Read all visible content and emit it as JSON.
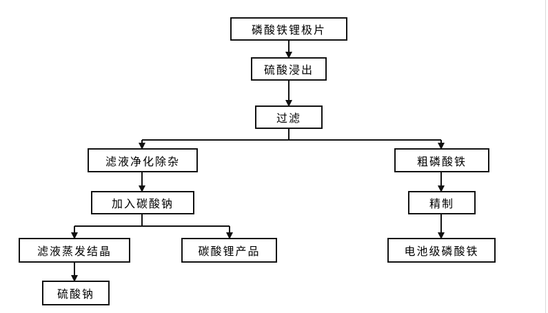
{
  "nodes": {
    "n1": "磷酸铁锂极片",
    "n2": "硫酸浸出",
    "n3": "过滤",
    "n4": "滤液净化除杂",
    "n5": "粗磷酸铁",
    "n6": "加入碳酸钠",
    "n7": "精制",
    "n8": "滤液蒸发结晶",
    "n9": "碳酸锂产品",
    "n10": "电池级磷酸铁",
    "n11": "硫酸钠"
  },
  "line_color": "#111111"
}
